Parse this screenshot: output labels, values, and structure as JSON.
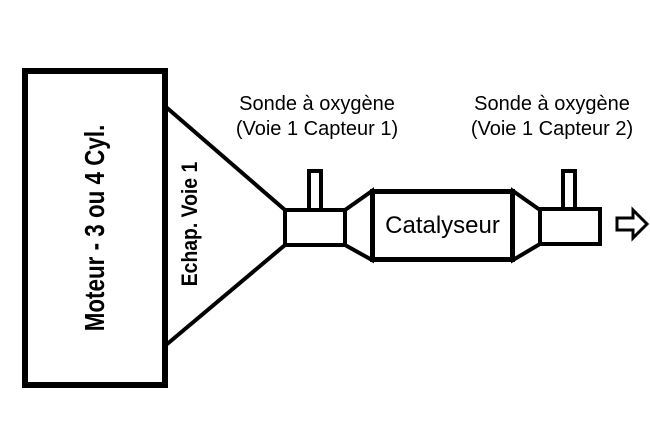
{
  "colors": {
    "ink": "#000000",
    "background": "#ffffff"
  },
  "engine": {
    "label": "Moteur - 3 ou 4 Cyl."
  },
  "exhaust_path": {
    "label": "Echap. Voie 1"
  },
  "catalyst": {
    "label": "Catalyseur"
  },
  "upstream_sensor": {
    "line1": "Sonde à oxygène",
    "line2": "(Voie 1 Capteur 1)"
  },
  "downstream_sensor": {
    "line1": "Sonde à oxygène",
    "line2": "(Voie 1 Capteur 2)"
  }
}
